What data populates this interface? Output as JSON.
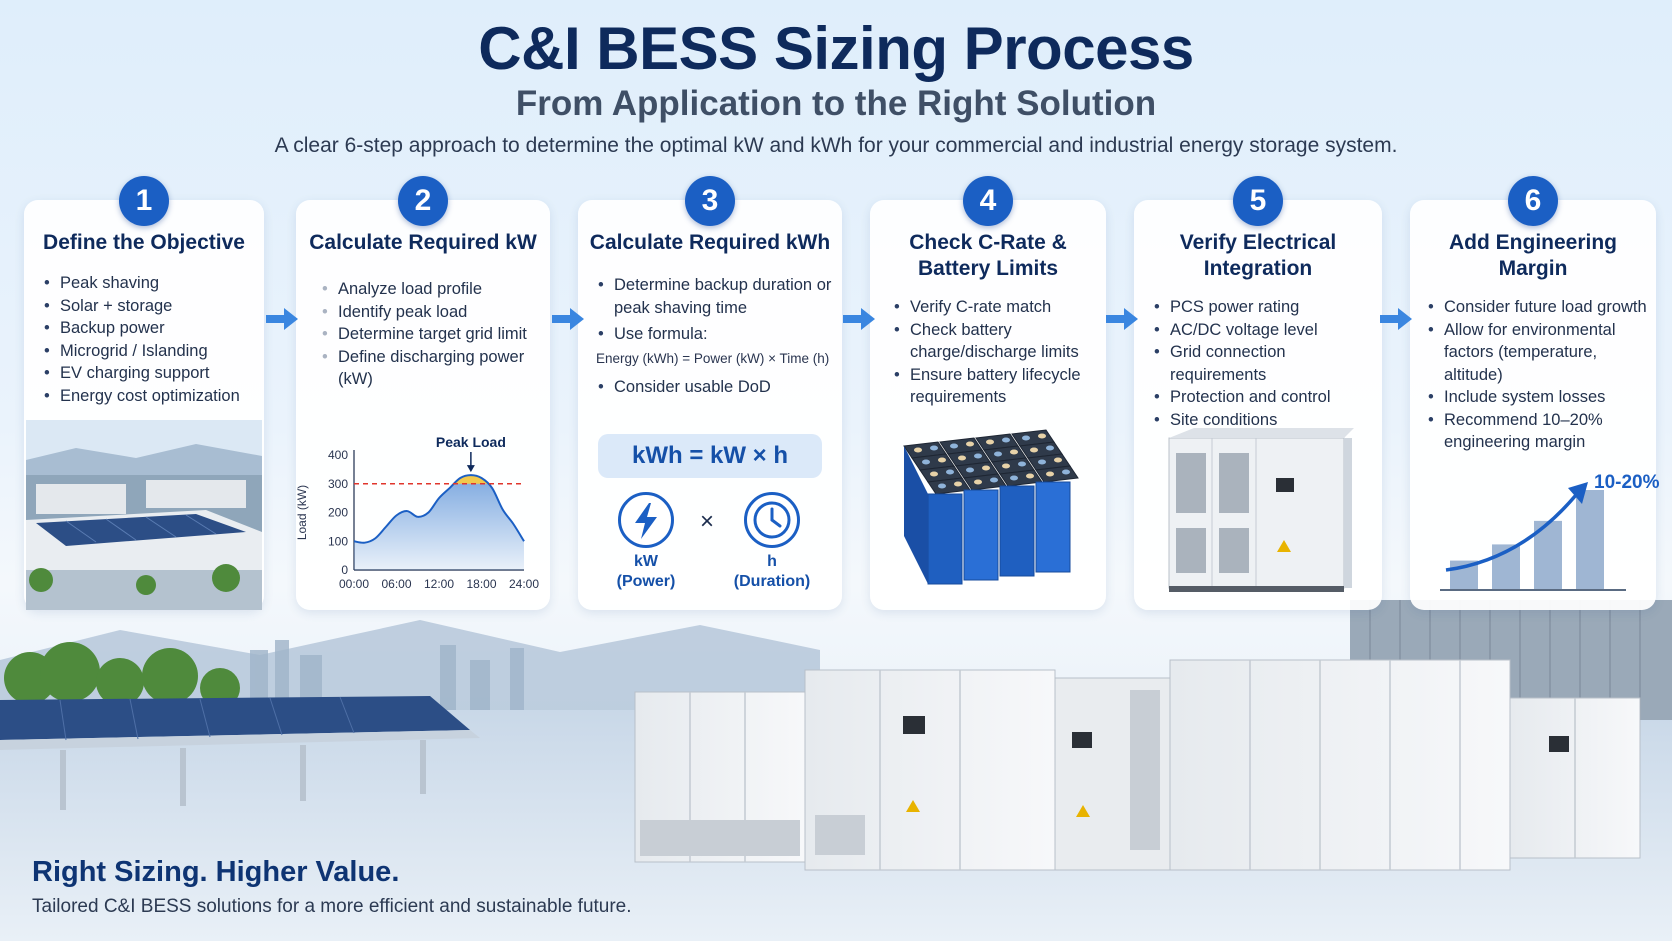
{
  "header": {
    "title": "C&I BESS Sizing Process",
    "subtitle": "From Application to the Right Solution",
    "intro": "A clear 6-step approach to determine the optimal kW and kWh for your commercial and industrial energy storage system."
  },
  "steps": [
    {
      "number": "1",
      "title": "Define the Objective",
      "bullets": [
        "Peak shaving",
        "Solar + storage",
        "Backup power",
        "Microgrid / Islanding",
        "EV charging support",
        "Energy cost optimization"
      ]
    },
    {
      "number": "2",
      "title": "Calculate Required kW",
      "bullets": [
        "Analyze load profile",
        "Identify peak load",
        "Determine target grid limit",
        "Define discharging power (kW)"
      ]
    },
    {
      "number": "3",
      "title": "Calculate Required kWh",
      "bullets": [
        "Determine backup duration or peak shaving time",
        "Use formula:",
        "Consider usable DoD"
      ],
      "formula_small": "Energy (kWh) = Power (kW) × Time (h)",
      "formula_box": "kWh = kW × h",
      "icon_left": "lightning-icon",
      "icon_right": "clock-icon",
      "label_left_1": "kW",
      "label_left_2": "(Power)",
      "label_right_1": "h",
      "label_right_2": "(Duration)",
      "times_sign": "×"
    },
    {
      "number": "4",
      "title_1": "Check C-Rate &",
      "title_2": "Battery Limits",
      "bullets": [
        "Verify C-rate match",
        "Check battery charge/discharge limits",
        "Ensure battery lifecycle requirements"
      ]
    },
    {
      "number": "5",
      "title_1": "Verify Electrical",
      "title_2": "Integration",
      "bullets": [
        "PCS power rating",
        "AC/DC voltage level",
        "Grid connection requirements",
        "Protection and control",
        "Site conditions"
      ]
    },
    {
      "number": "6",
      "title_1": "Add Engineering",
      "title_2": "Margin",
      "bullets": [
        "Consider future load growth",
        "Allow for environmental factors (temperature, altitude)",
        "Include system losses",
        "Recommend 10–20% engineering margin"
      ],
      "growth_label": "10-20%"
    }
  ],
  "chart_data": [
    {
      "type": "line",
      "ylabel": "Load (kW)",
      "ylim": [
        0,
        400
      ],
      "yticks": [
        "400",
        "300",
        "200",
        "100",
        "0"
      ],
      "xticks": [
        "00:00",
        "06:00",
        "12:00",
        "18:00",
        "24:00"
      ],
      "x": [
        0,
        1.5,
        3,
        4.5,
        6,
        7.5,
        9,
        10.5,
        12,
        13.5,
        15,
        16.5,
        18,
        19.5,
        21,
        22.5,
        24
      ],
      "values": [
        100,
        95,
        110,
        150,
        190,
        205,
        185,
        200,
        250,
        285,
        320,
        330,
        320,
        285,
        210,
        160,
        100
      ],
      "threshold": 300,
      "annotation": "Peak Load"
    },
    {
      "type": "bar",
      "values": [
        1,
        1.55,
        2.35,
        3.4
      ],
      "annotation": "10-20%"
    }
  ],
  "footer": {
    "title": "Right Sizing. Higher Value.",
    "subtitle": "Tailored C&I BESS solutions for a more efficient and sustainable future."
  },
  "colors": {
    "primary": "#1b5fc4",
    "title": "#0e2a5c",
    "threshold": "#e0362c",
    "peak_fill": "#f2c94c",
    "area_fill": "#6f9fdc"
  }
}
